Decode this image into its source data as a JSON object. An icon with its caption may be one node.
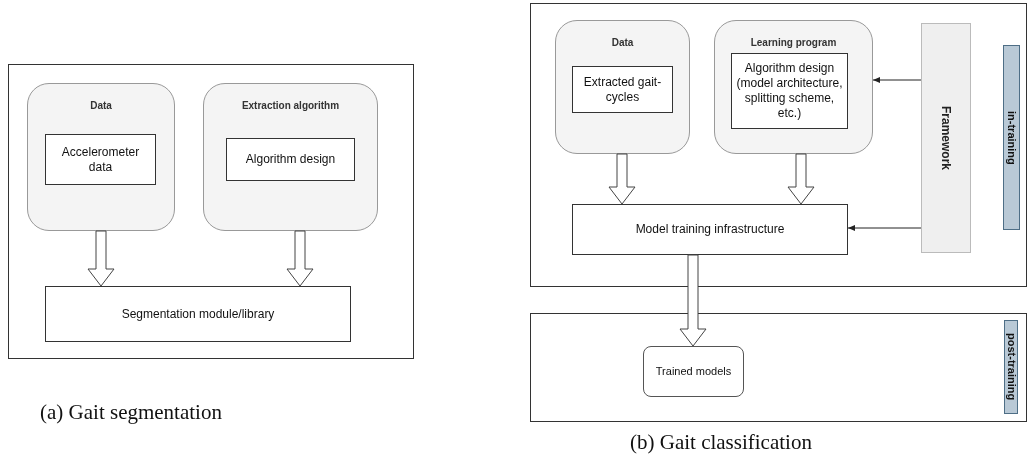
{
  "diagram": {
    "nodes": [
      {
        "text": [],
        "shape": "box"
      },
      {
        "text": [
          "Data"
        ],
        "in": 0
      },
      {
        "text": [
          "Accelerometer data"
        ],
        "in": 1
      },
      {
        "text": [
          "Extraction algorithm"
        ],
        "in": 0
      },
      {
        "text": [
          "Algorithm design"
        ],
        "in": 3
      },
      {
        "text": [
          "Segmentation module/library"
        ],
        "in": 0
      },
      {
        "text": [],
        "shape": "box"
      },
      {
        "text": [
          "Data"
        ],
        "in": 6
      },
      {
        "text": [
          "Extracted gait-cycles"
        ],
        "in": 7
      },
      {
        "text": [
          "Learning program"
        ],
        "in": 6
      },
      {
        "text": [
          "Algorithm design (model architecture, splitting scheme, etc.)"
        ],
        "in": 9
      },
      {
        "text": [
          "Framework"
        ],
        "in": 6
      },
      {
        "text": [
          "in-training"
        ],
        "in": 6
      },
      {
        "text": [
          "Model training infrastructure"
        ],
        "in": 6
      },
      {
        "text": [],
        "shape": "box"
      },
      {
        "text": [
          "Trained models"
        ],
        "in": 14
      },
      {
        "text": [
          "post-training"
        ],
        "in": 14
      }
    ],
    "edges": [
      {
        "from": 1,
        "to": 5,
        "arrow": "to",
        "style": "thick"
      },
      {
        "from": 3,
        "to": 5,
        "arrow": "to",
        "style": "thick"
      },
      {
        "from": 7,
        "to": 13,
        "arrow": "to",
        "style": "thick"
      },
      {
        "from": 9,
        "to": 13,
        "arrow": "to",
        "style": "thick"
      },
      {
        "from": 11,
        "to": 9,
        "arrow": "to"
      },
      {
        "from": 11,
        "to": 13,
        "arrow": "to"
      },
      {
        "from": 13,
        "to": 15,
        "arrow": "to",
        "style": "thick"
      }
    ],
    "labels": [
      "(a) Gait segmentation",
      "(b) Gait classification"
    ]
  }
}
